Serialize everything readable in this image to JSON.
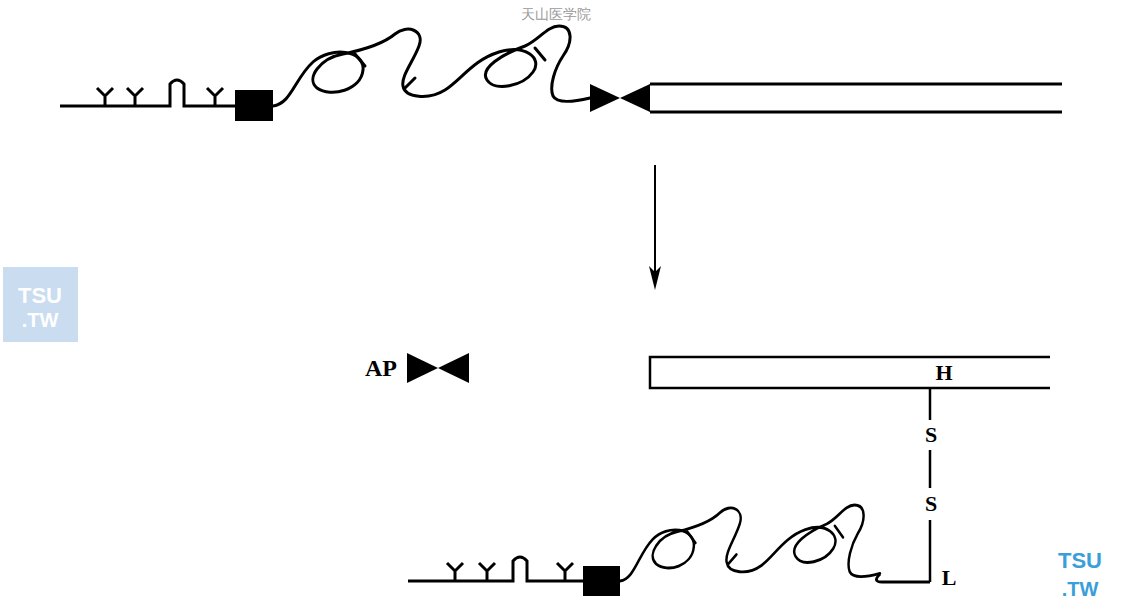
{
  "diagram": {
    "labels": [
      "天山医学院",
      "TSU",
      ".TW",
      "AP",
      "H",
      "S",
      "S",
      "L",
      "TSU",
      ".TW"
    ]
  }
}
